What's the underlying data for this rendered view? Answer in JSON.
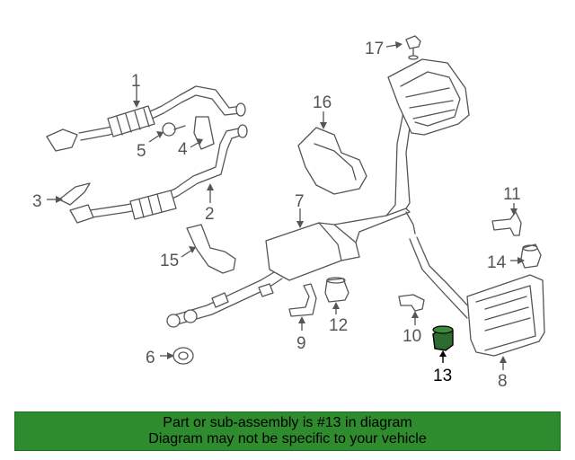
{
  "callouts": [
    {
      "id": "1",
      "label": "1"
    },
    {
      "id": "2",
      "label": "2"
    },
    {
      "id": "3",
      "label": "3"
    },
    {
      "id": "4",
      "label": "4"
    },
    {
      "id": "5",
      "label": "5"
    },
    {
      "id": "6",
      "label": "6"
    },
    {
      "id": "7",
      "label": "7"
    },
    {
      "id": "8",
      "label": "8"
    },
    {
      "id": "9",
      "label": "9"
    },
    {
      "id": "10",
      "label": "10"
    },
    {
      "id": "11",
      "label": "11"
    },
    {
      "id": "12",
      "label": "12"
    },
    {
      "id": "13",
      "label": "13"
    },
    {
      "id": "14",
      "label": "14"
    },
    {
      "id": "15",
      "label": "15"
    },
    {
      "id": "16",
      "label": "16"
    },
    {
      "id": "17",
      "label": "17"
    }
  ],
  "highlighted_part": "13",
  "colors": {
    "highlight_part": "#2e6b2e",
    "banner_background": "#2e8b2e",
    "line_art": "#555555"
  },
  "banner": {
    "line1": "Part or sub-assembly is #13 in diagram",
    "line2": "Diagram may not be specific to your vehicle"
  }
}
